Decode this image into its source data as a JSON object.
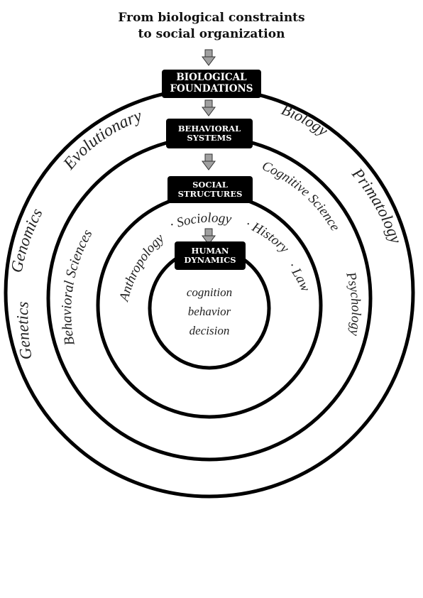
{
  "header": {
    "line1": "From biological constraints",
    "line2": "to social organization"
  },
  "boxes": {
    "biological": [
      "BIOLOGICAL",
      "FOUNDATIONS"
    ],
    "behavioral": [
      "BEHAVIORAL",
      "SYSTEMS"
    ],
    "social": [
      "SOCIAL",
      "STRUCTURES"
    ],
    "human": [
      "HUMAN",
      "DYNAMICS"
    ]
  },
  "ring_labels": {
    "evolutionary": "Evolutionary",
    "biology": "Biology",
    "primatology": "Primatology",
    "genomics": "Genomics",
    "genetics": "Genetics",
    "behavioral_sciences": "Behavioral Sciences",
    "cognitive_science": "Cognitive Science",
    "psychology": "Psychology",
    "anthropology": "Anthropology",
    "sociology": "· Sociology",
    "history": "· History",
    "law": "· Law"
  },
  "center_words": [
    "cognition",
    "behavior",
    "decision"
  ],
  "colors": {
    "ring": "#000000",
    "box": "#000000",
    "arrow": "#a0a0a0"
  }
}
